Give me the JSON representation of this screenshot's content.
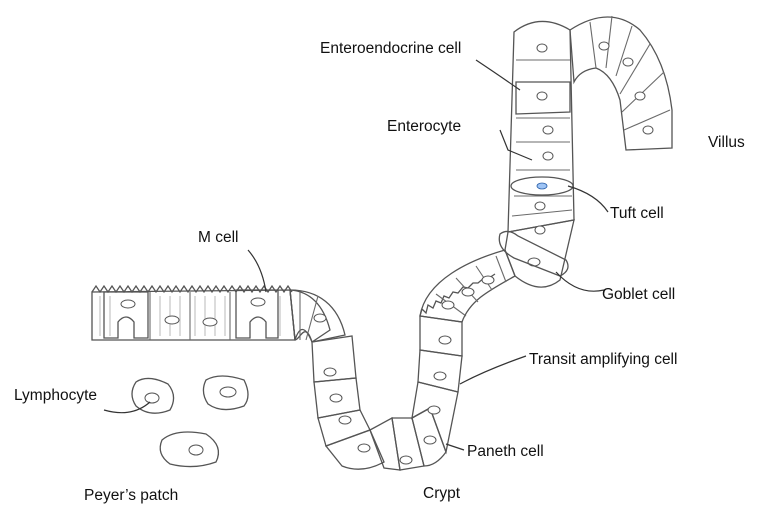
{
  "labels": {
    "enteroendocrine": "Enteroendocrine cell",
    "enterocyte": "Enterocyte",
    "villus": "Villus",
    "tuft": "Tuft cell",
    "m_cell": "M cell",
    "goblet": "Goblet cell",
    "transit": "Transit amplifying cell",
    "lymphocyte": "Lymphocyte",
    "paneth": "Paneth cell",
    "peyers": "Peyer’s patch",
    "crypt": "Crypt"
  },
  "colors": {
    "enterocyte": "#d4d4d4",
    "m_cell": "#e8474f",
    "enteroendocrine": "#f07a12",
    "tuft": "#2f7fe0",
    "goblet": "#5ccf5c",
    "transit": "#b04fe6",
    "paneth": "#f4c53a",
    "lymphocyte": "#7fd0f0"
  }
}
